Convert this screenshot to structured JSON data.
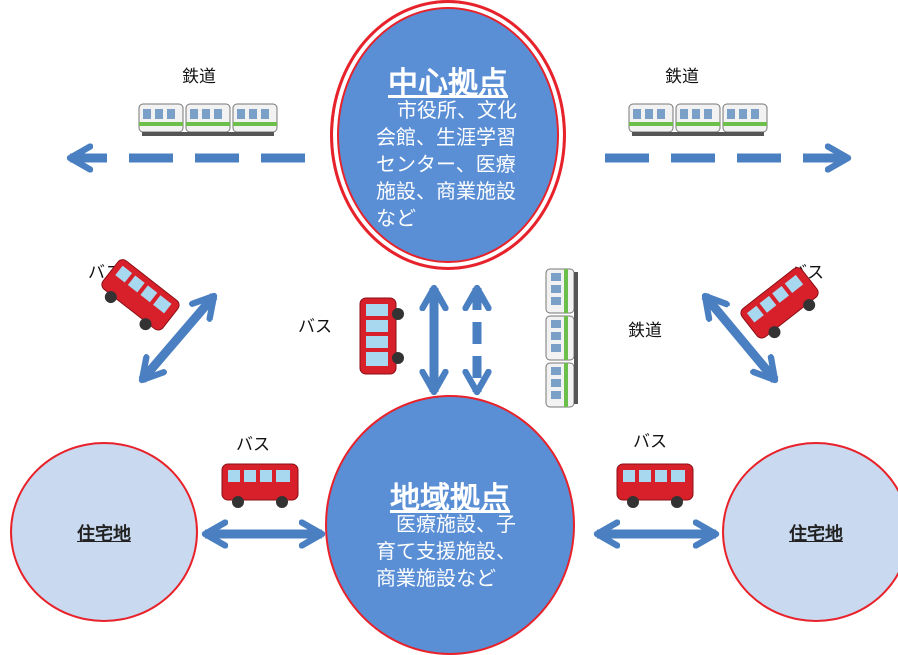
{
  "center_hub": {
    "title": "中心拠点",
    "desc_lines": [
      "市役所、文化",
      "会館、生涯学習",
      "センター、医療",
      "施設、商業施設",
      "など"
    ]
  },
  "local_hub": {
    "title": "地域拠点",
    "desc_lines": [
      "医療施設、子",
      "育て支援施設、",
      "商業施設など"
    ]
  },
  "residential": {
    "left": "住宅地",
    "right": "住宅地"
  },
  "labels": {
    "rail_top_left": "鉄道",
    "rail_top_right": "鉄道",
    "rail_middle": "鉄道",
    "bus_upper_left": "バス",
    "bus_upper_right": "バス",
    "bus_middle": "バス",
    "bus_lower_left": "バス",
    "bus_lower_right": "バス"
  },
  "colors": {
    "hub_fill": "#5a8fd6",
    "residential_fill": "#c8d9f0",
    "border_red": "#e8222a",
    "arrow_blue": "#4a7fc1",
    "bus_red": "#d8202a",
    "train_green": "#6dbf4b"
  },
  "icons": [
    "train-icon",
    "bus-icon",
    "double-arrow-icon",
    "dashed-arrow-icon"
  ]
}
